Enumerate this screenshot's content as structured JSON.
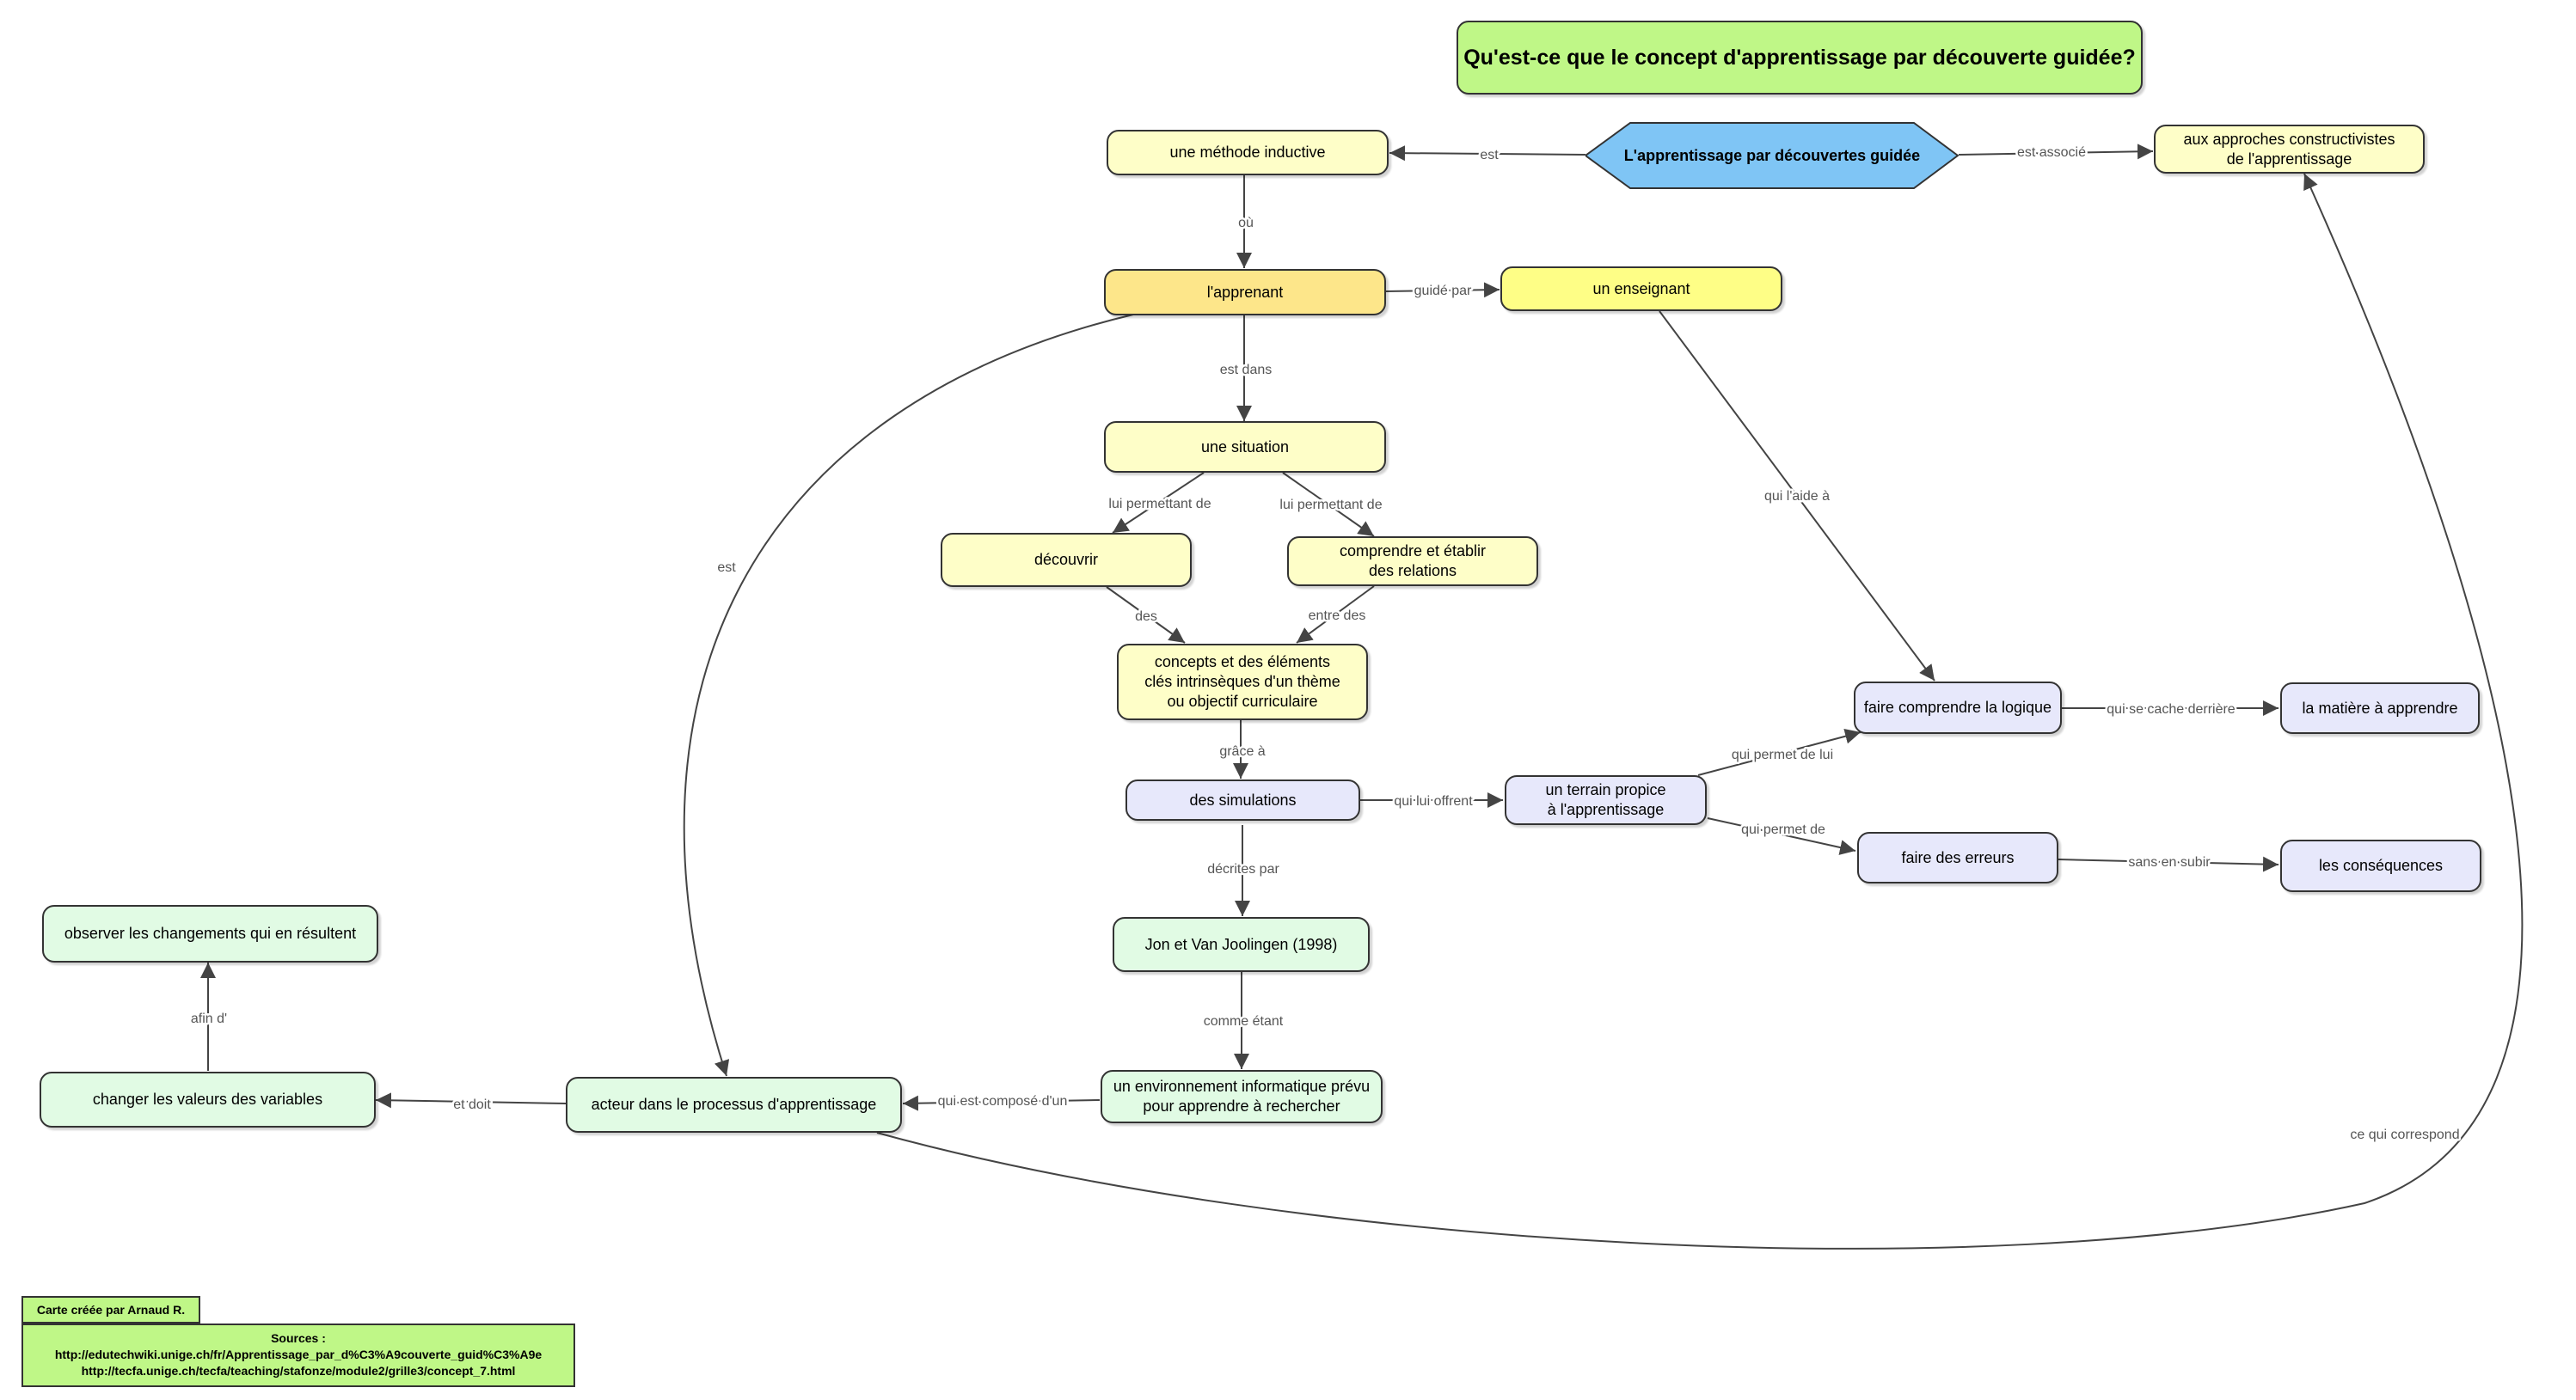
{
  "title": "Qu'est-ce que le concept d'apprentissage par découverte guidée?",
  "central": "L'apprentissage par découvertes guidée",
  "nodes": {
    "methode": "une méthode inductive",
    "approches": "aux approches constructivistes\nde l'apprentissage",
    "apprenant": "l'apprenant",
    "enseignant": "un enseignant",
    "situation": "une situation",
    "decouvrir": "découvrir",
    "comprendre": "comprendre et établir\ndes relations",
    "concepts": "concepts et des éléments\nclés intrinsèques d'un thème\nou objectif curriculaire",
    "simulations": "des simulations",
    "terrain": "un terrain propice\nà l'apprentissage",
    "logique": "faire comprendre la logique",
    "matiere": "la matière à apprendre",
    "erreurs": "faire des erreurs",
    "consequences": "les conséquences",
    "jon": "Jon et Van Joolingen (1998)",
    "environnement": "un environnement informatique prévu\npour apprendre à rechercher",
    "acteur": "acteur dans le processus d'apprentissage",
    "changer": "changer les valeurs des variables",
    "observer": "observer les changements qui en résultent"
  },
  "edge_labels": {
    "est_methode": "est",
    "est_associe": "est associé",
    "ou": "où",
    "guide_par": "guidé par",
    "est_dans": "est dans",
    "lui_permettant_1": "lui permettant de",
    "lui_permettant_2": "lui permettant de",
    "des": "des",
    "entre_des": "entre des",
    "grace_a": "grâce à",
    "qui_lui_offrent": "qui lui offrent",
    "qui_permet_de_lui": "qui permet de lui",
    "qui_permet_de": "qui permet de",
    "qui_se_cache": "qui se cache derrière",
    "sans_en_subir": "sans en subir",
    "qui_laide_a": "qui l'aide à",
    "decrites_par": "décrites par",
    "comme_etant": "comme étant",
    "qui_est_compose": "qui est composé d'un",
    "et_doit": "et doit",
    "afin_d": "afin d'",
    "est_acteur": "est",
    "ce_qui_correspond": "ce qui correspond"
  },
  "credit": "Carte créée par Arnaud R.",
  "sources": {
    "heading": "Sources :",
    "line1": "http://edutechwiki.unige.ch/fr/Apprentissage_par_d%C3%A9couverte_guid%C3%A9e",
    "line2": "http://tecfa.unige.ch/tecfa/teaching/stafonze/module2/grille3/concept_7.html"
  },
  "colors": {
    "title_bg": "#bff787",
    "central_bg": "#7fc5f5",
    "yellow_node": "#fefec8",
    "apprenant_node": "#fde68a",
    "enseignant_node": "#fefe86",
    "blue_node": "#e7e8fb",
    "green_node": "#e1fbe4",
    "edge": "#444444"
  }
}
